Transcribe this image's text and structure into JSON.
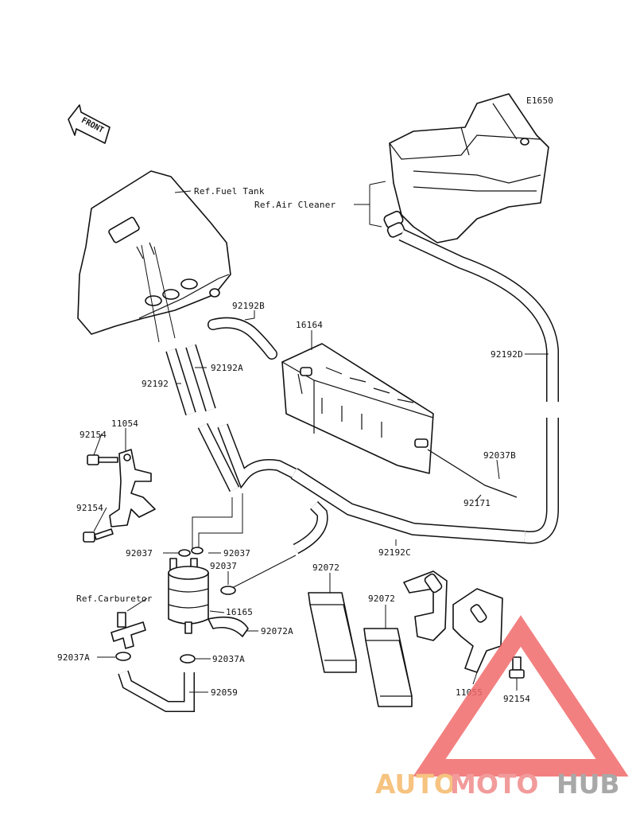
{
  "diagram": {
    "code": "E1650",
    "front_label": "FRONT",
    "labels": {
      "ref_fuel_tank": "Ref.Fuel Tank",
      "ref_air_cleaner": "Ref.Air Cleaner",
      "ref_carburetor": "Ref.Carburetor",
      "p92192B": "92192B",
      "p16164": "16164",
      "p92192D": "92192D",
      "p92192": "92192",
      "p92192A": "92192A",
      "p11054": "11054",
      "p92154_a": "92154",
      "p92154_b": "92154",
      "p92037B": "92037B",
      "p92171": "92171",
      "p92192C": "92192C",
      "p92037_l": "92037",
      "p92037_r": "92037",
      "p92037_m": "92037",
      "p16165": "16165",
      "p92072A": "92072A",
      "p92072_a": "92072",
      "p92072_b": "92072",
      "p92037A_l": "92037A",
      "p92037A_r": "92037A",
      "p92059": "92059",
      "p11055": "11055",
      "p92154_c": "92154"
    }
  },
  "watermark": {
    "part1": "AUTO",
    "part2": "MOTO",
    "part3": "HUB",
    "color1": "#f5b96a",
    "color2": "#f08a8a",
    "color3": "#9a9a9a",
    "triangle_color": "#f26a6a"
  }
}
